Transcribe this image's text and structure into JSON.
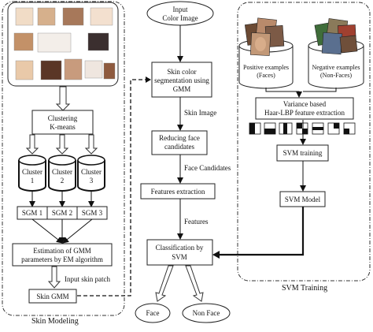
{
  "skin_modeling": {
    "section_label": "Skin Modeling",
    "clustering": [
      "Clustering",
      "K-means"
    ],
    "clusters": [
      {
        "line1": "Cluster",
        "line2": "1"
      },
      {
        "line1": "Cluster",
        "line2": "2"
      },
      {
        "line1": "Cluster",
        "line2": "3"
      }
    ],
    "sgm": [
      "SGM 1",
      "SGM 2",
      "SGM 3"
    ],
    "estimation": [
      "Estimation of GMM",
      "parameters by EM algorithm"
    ],
    "input_skin_patch": "Input skin patch",
    "skin_gmm": "Skin GMM",
    "swatch_colors": [
      "#f1dcc6",
      "#d6b08c",
      "#a7785a",
      "#f3e0cf",
      "#c39168",
      "#f3eee9",
      "#3b2f2f",
      "#e9c9a9",
      "#5a3626",
      "#c89b7d",
      "#efe6df",
      "#8e5a3e"
    ]
  },
  "main_flow": {
    "input": [
      "Input",
      "Color Image"
    ],
    "segmentation": [
      "Skin color",
      "segmentation using",
      "GMM"
    ],
    "skin_image": "Skin Image",
    "reducing": [
      "Reducing face",
      "candidates"
    ],
    "face_candidates": "Face Candidates",
    "features_extraction": "Features extraction",
    "features": "Features",
    "classification": [
      "Classification by",
      "SVM"
    ],
    "face": "Face",
    "non_face": "Non Face"
  },
  "svm_training": {
    "section_label": "SVM Training",
    "positive": [
      "Positive examples",
      "(Faces)"
    ],
    "negative": [
      "Negative examples",
      "(Non-Faces)"
    ],
    "haar": [
      "Variance based",
      "Haar-LBP feature extraction"
    ],
    "svm_training_box": "SVM training",
    "svm_model": "SVM Model"
  }
}
